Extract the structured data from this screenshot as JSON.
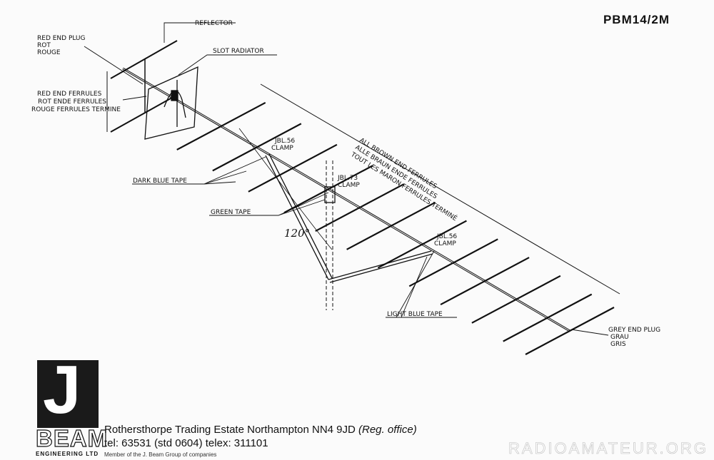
{
  "header": {
    "model": "PBM14/2M"
  },
  "labels": {
    "reflector": "REFLECTOR",
    "slot_radiator": "SLOT RADIATOR",
    "red_end_plug": [
      "RED END PLUG",
      "ROT",
      "ROUGE"
    ],
    "red_end_ferrules": [
      "RED END FERRULES",
      "ROT ENDE FERRULES",
      "ROUGE FERRULES TERMINE"
    ],
    "jbl56_clamp_1": [
      "JBL.56",
      "CLAMP"
    ],
    "jbl73_clamp": [
      "JBL.73",
      "CLAMP"
    ],
    "jbl56_clamp_2": [
      "JBL.56",
      "CLAMP"
    ],
    "dark_blue_tape": "DARK BLUE TAPE",
    "green_tape": "GREEN TAPE",
    "light_blue_tape": "LIGHT BLUE TAPE",
    "brown_ferrules": [
      "ALL  BROWN  END  FERRULES",
      "ALLE  BRAUN  ENDE  FERRULES",
      "TOUT  LES MARON FERRULES TERMINÉ"
    ],
    "grey_end_plug": [
      "GREY END PLUG",
      "GRAU",
      "GRIS"
    ],
    "handwritten_angle": "120°"
  },
  "footer": {
    "logo_letter": "J",
    "logo_word": "BEAM",
    "logo_sub": "ENGINEERING LTD",
    "address": "Rothersthorpe Trading Estate  Northampton NN4 9JD",
    "address_note": "(Reg. office)",
    "tel": "tel: 63531 (std 0604)    telex: 311101",
    "member": "Member of the J. Beam Group of companies",
    "watermark": "RADIOAMATEUR.ORG"
  }
}
